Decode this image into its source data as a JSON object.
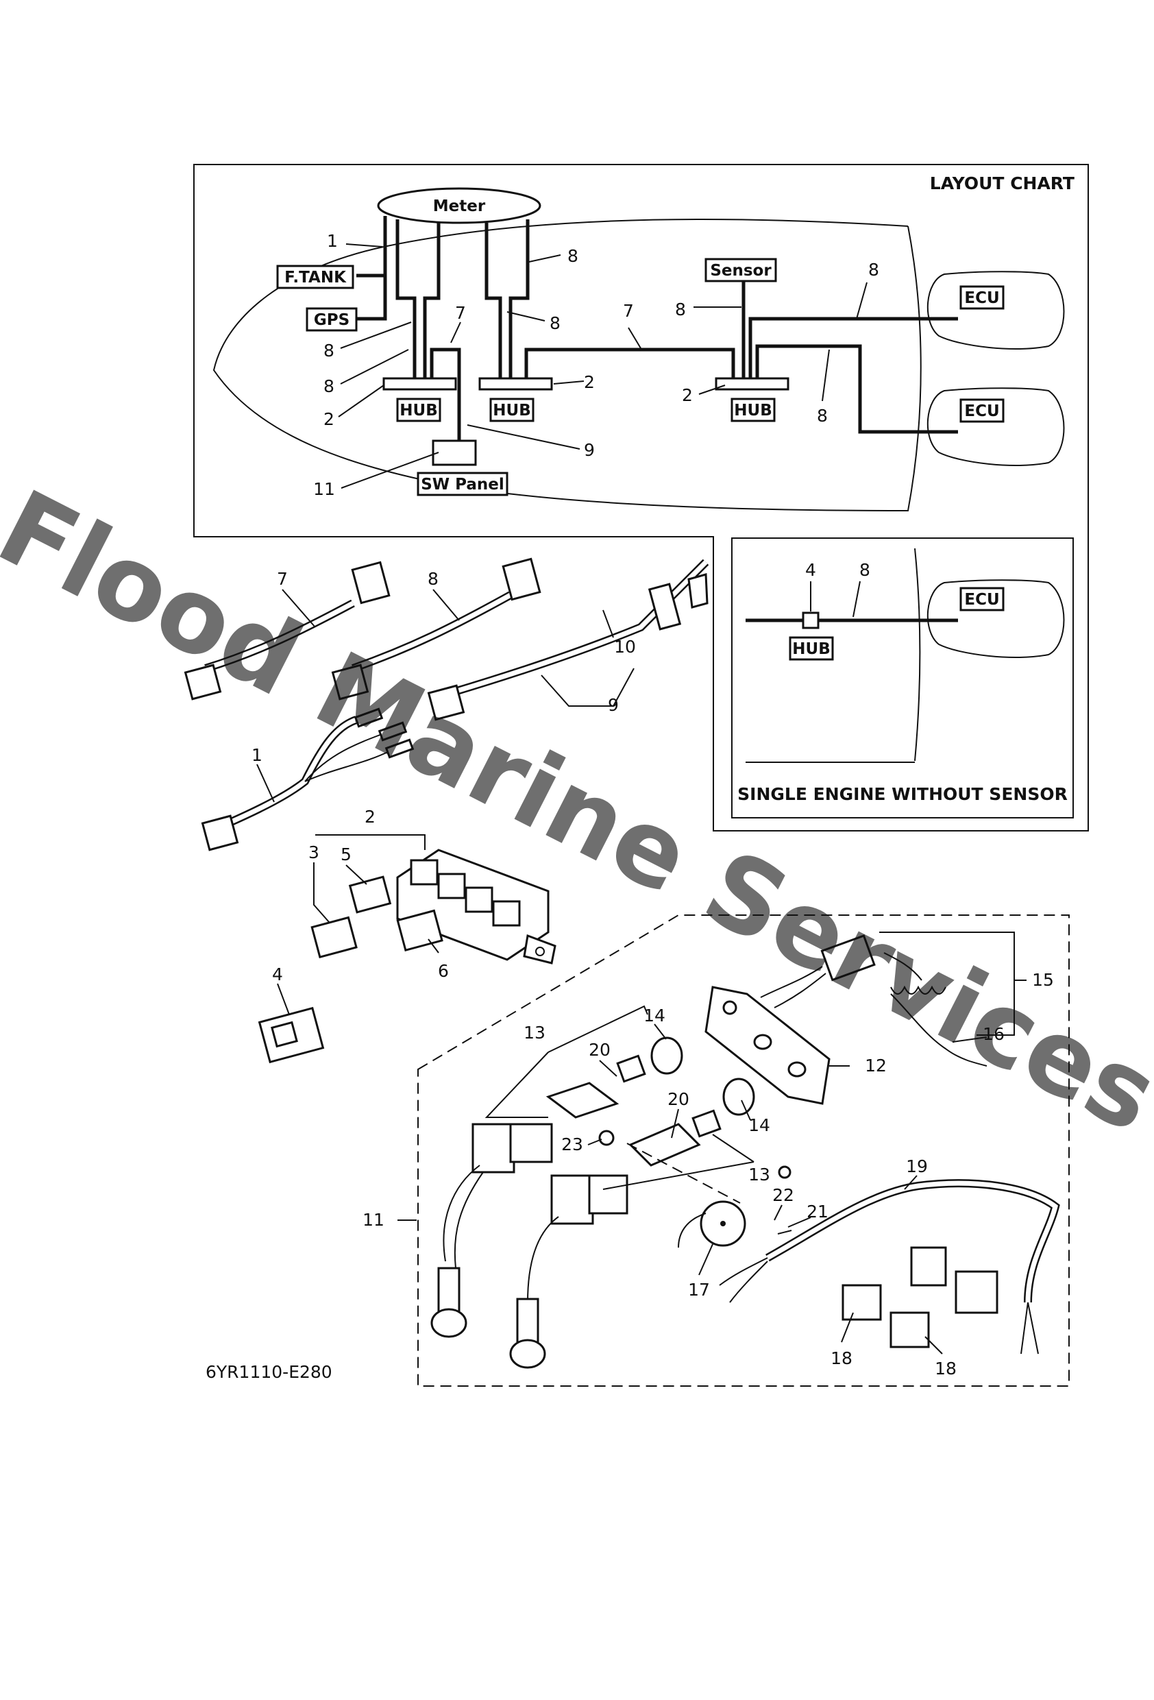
{
  "layout_chart": {
    "title": "LAYOUT CHART",
    "boxes": {
      "meter": "Meter",
      "ftank": "F.TANK",
      "gps": "GPS",
      "sensor": "Sensor",
      "hub": "HUB",
      "ecu": "ECU",
      "sw_panel": "SW Panel"
    },
    "callouts": [
      "1",
      "8",
      "8",
      "8",
      "8",
      "8",
      "7",
      "7",
      "2",
      "2",
      "2",
      "8",
      "8",
      "8",
      "9",
      "11"
    ]
  },
  "inset": {
    "title": "SINGLE ENGINE WITHOUT SENSOR",
    "hub": "HUB",
    "ecu": "ECU",
    "callouts": [
      "4",
      "8"
    ]
  },
  "parts": {
    "callouts": [
      "7",
      "8",
      "10",
      "9",
      "1",
      "2",
      "3",
      "5",
      "6",
      "4",
      "15",
      "16",
      "14",
      "13",
      "20",
      "12",
      "20",
      "14",
      "23",
      "13",
      "19",
      "22",
      "21",
      "11",
      "17",
      "18",
      "18"
    ]
  },
  "drawing_code": "6YR1110-E280",
  "watermark": "Flood Marine Services"
}
